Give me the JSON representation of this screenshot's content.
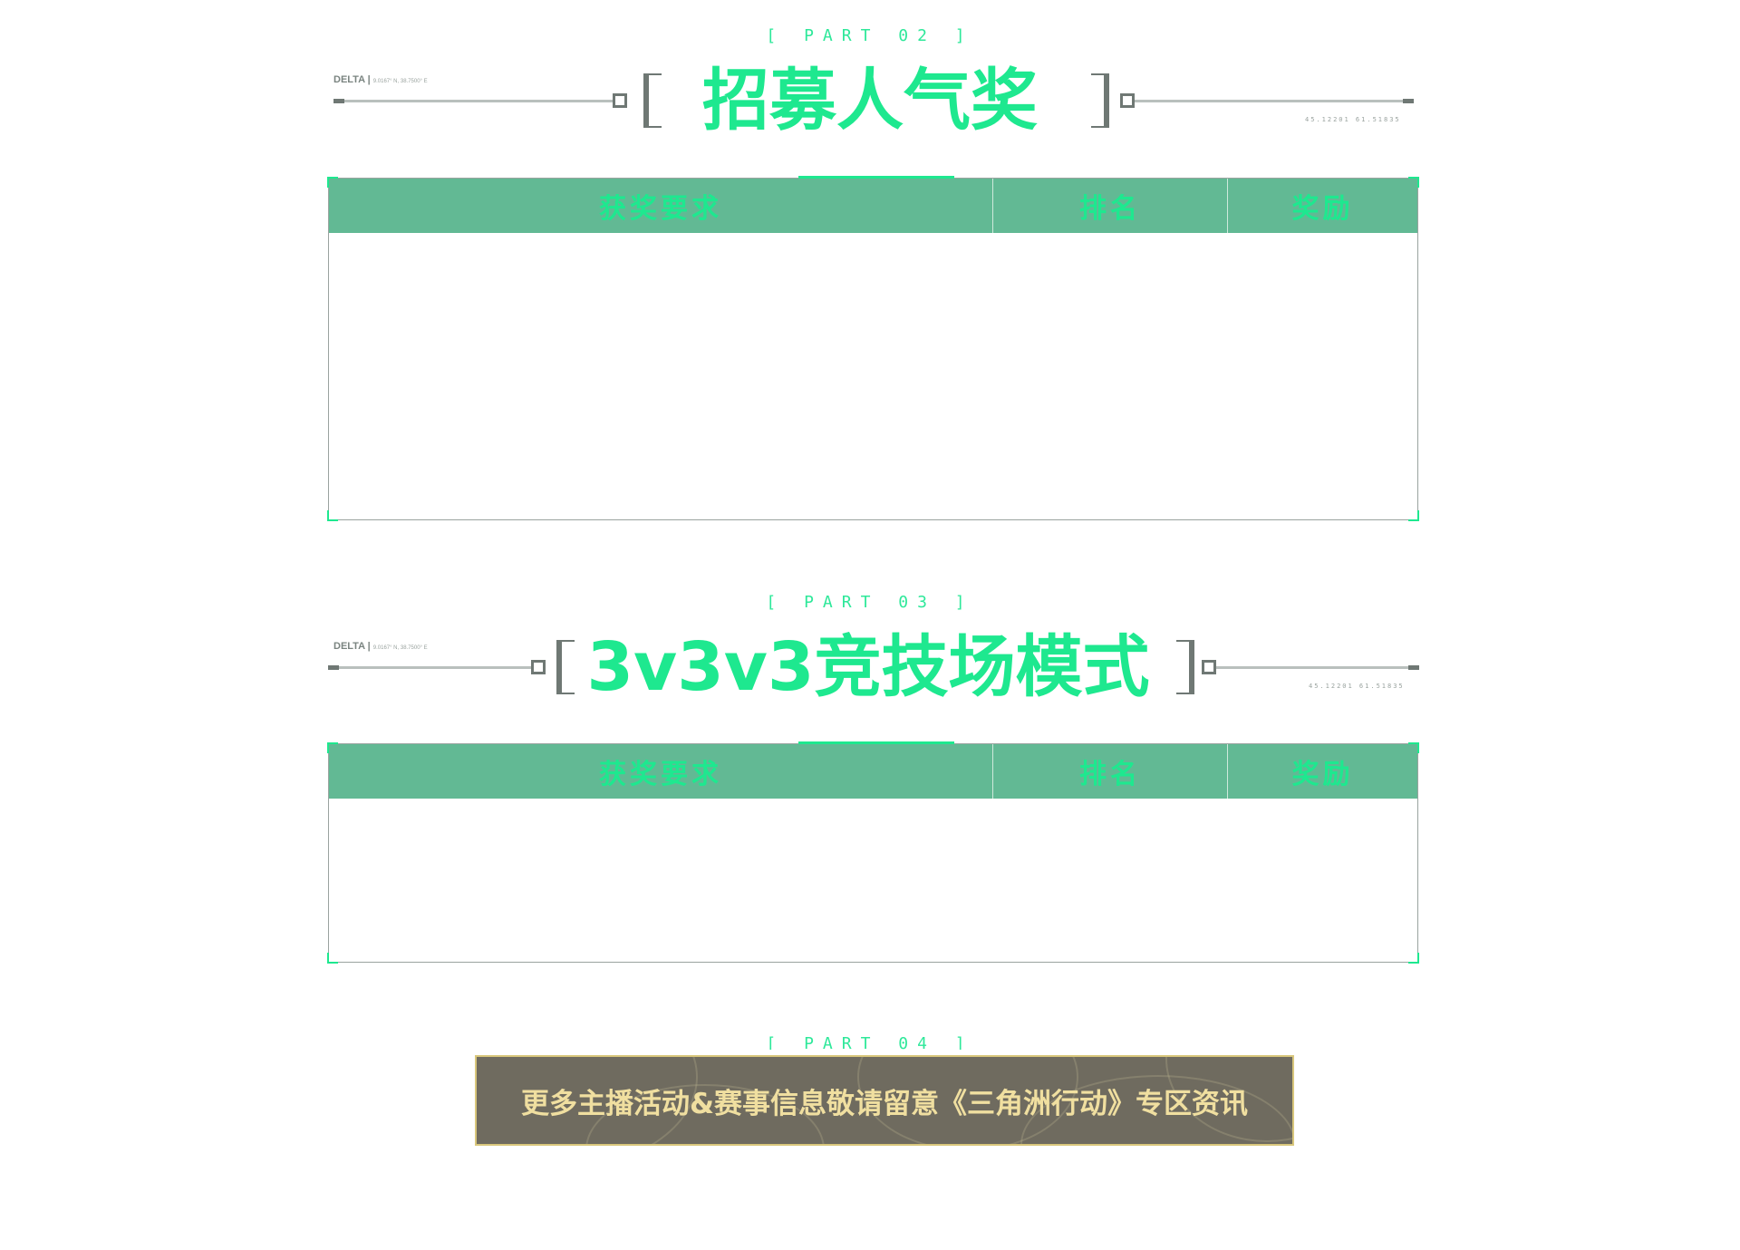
{
  "sections": [
    {
      "part_label": "[ PART 02 ]",
      "title": "招募人气奖",
      "delta_label": "DELTA |",
      "delta_coords": "9.0167° N, 38.7500° E",
      "right_coords": "45.12201   61.51835",
      "table": {
        "headers": [
          "获奖要求",
          "排名",
          "奖励"
        ],
        "rows": []
      }
    },
    {
      "part_label": "[ PART 03 ]",
      "title": "3v3v3竞技场模式",
      "delta_label": "DELTA |",
      "delta_coords": "9.0167° N, 38.7500° E",
      "right_coords": "45.12201   61.51835",
      "table": {
        "headers": [
          "获奖要求",
          "排名",
          "奖励"
        ],
        "rows": []
      }
    }
  ],
  "part4_label": "[ PART 04 ]",
  "banner": {
    "text": "更多主播活动&赛事信息敬请留意《三角洲行动》专区资讯"
  },
  "colors": {
    "accent_green": "#1ee88f",
    "header_green": "#62b994",
    "banner_bg": "#6f6b5f",
    "banner_text": "#f0dfa0",
    "banner_border": "#d9c77c"
  }
}
